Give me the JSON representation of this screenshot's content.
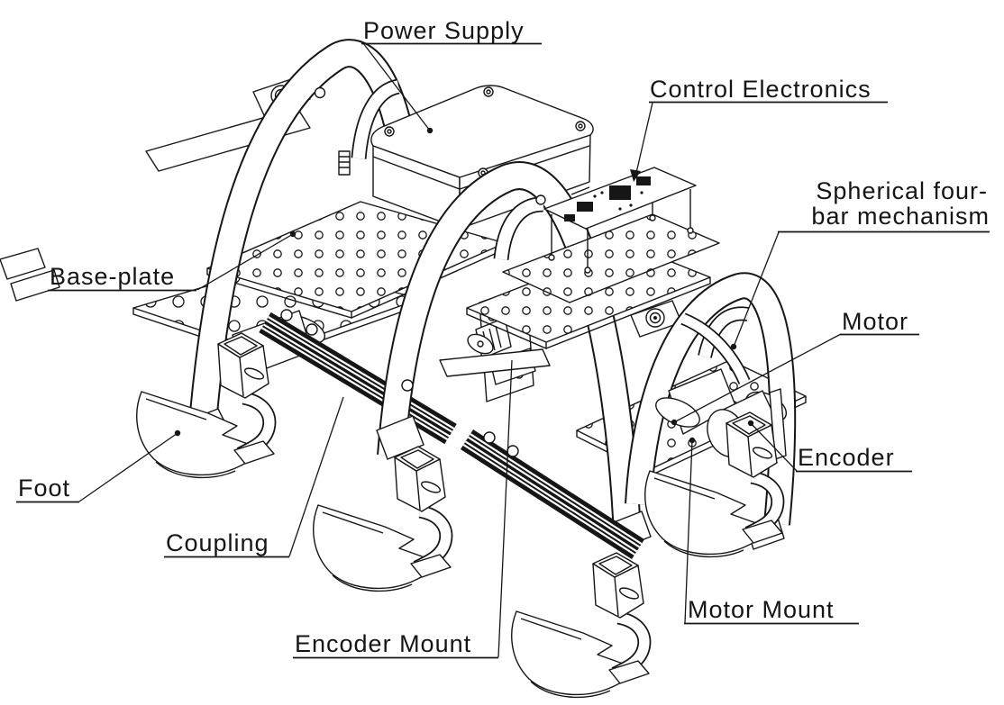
{
  "labels": {
    "power_supply": "Power Supply",
    "control_electronics": "Control Electronics",
    "spherical_line1": "Spherical four-",
    "spherical_line2": "bar mechanism",
    "base_plate": "Base-plate",
    "foot": "Foot",
    "coupling": "Coupling",
    "encoder_mount": "Encoder Mount",
    "motor_mount": "Motor Mount",
    "motor": "Motor",
    "encoder": "Encoder"
  },
  "colors": {
    "ink": "#161616",
    "paper": "#ffffff"
  }
}
